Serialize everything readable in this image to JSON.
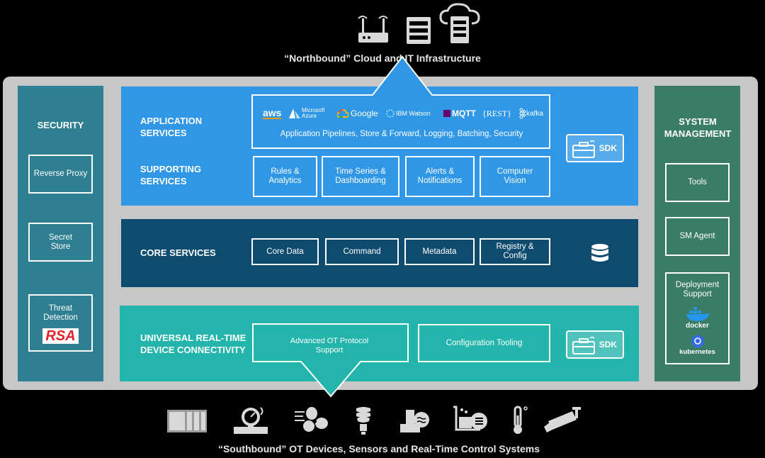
{
  "top": {
    "caption": "“Northbound” Cloud and IT Infrastructure"
  },
  "bottom": {
    "caption": "“Southbound” OT Devices, Sensors and Real-Time Control Systems"
  },
  "security": {
    "title": "SECURITY",
    "items": [
      "Reverse Proxy",
      "Secret Store",
      "Threat Detection"
    ],
    "rsa_logo": "RSA"
  },
  "system_management": {
    "title": "SYSTEM MANAGEMENT",
    "items": [
      "Tools",
      "SM Agent",
      "Deployment Support"
    ],
    "docker_logo": "docker",
    "kubernetes_logo": "kubernetes"
  },
  "application_services": {
    "title": "APPLICATION SERVICES",
    "description": "Application Pipelines, Store & Forward, Logging, Batching, Security",
    "logos": [
      "aws",
      "Microsoft Azure",
      "Google",
      "IBM Watson",
      "MQTT",
      "{REST}",
      "kafka"
    ]
  },
  "supporting_services": {
    "title": "SUPPORTING SERVICES",
    "items": [
      "Rules & Analytics",
      "Time Series & Dashboarding",
      "Alerts & Notifications",
      "Computer Vision"
    ]
  },
  "core_services": {
    "title": "CORE SERVICES",
    "items": [
      "Core Data",
      "Command",
      "Metadata",
      "Registry & Config"
    ]
  },
  "device_connectivity": {
    "title": "UNIVERSAL REAL-TIME DEVICE CONNECTIVITY",
    "items": [
      "Advanced OT Protocol Support",
      "Configuration Tooling"
    ]
  },
  "sdk_label": "SDK",
  "colors": {
    "security_panel": "#2f7f93",
    "system_panel": "#3a7c66",
    "app_layer": "#2f97e6",
    "core_layer": "#0f4b6e",
    "device_layer": "#23b4ac",
    "frame": "#c7c7c7"
  },
  "icons": {
    "north": [
      "router-icon",
      "server-icon",
      "cloud-server-icon"
    ],
    "south": [
      "plc-icon",
      "meter-pipe-icon",
      "fan-icon",
      "bulb-icon",
      "tank-icon",
      "scale-icon",
      "thermometer-icon",
      "camera-icon"
    ]
  }
}
